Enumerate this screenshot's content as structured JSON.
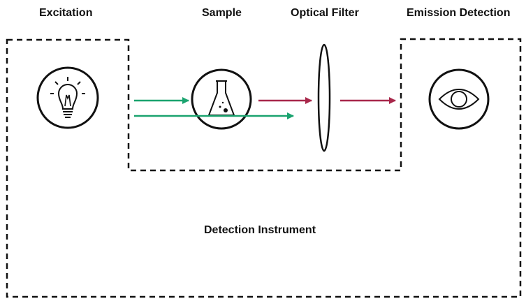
{
  "labels": {
    "excitation": "Excitation",
    "sample": "Sample",
    "optical_filter": "Optical Filter",
    "emission_detection": "Emission Detection",
    "detection_instrument": "Detection Instrument"
  },
  "colors": {
    "outline": "#111111",
    "excitation_arrow": "#1aa36f",
    "emission_arrow": "#a8274a",
    "background": "#ffffff"
  },
  "icons": [
    "light-bulb-icon",
    "flask-icon",
    "lens-icon",
    "eye-icon"
  ]
}
